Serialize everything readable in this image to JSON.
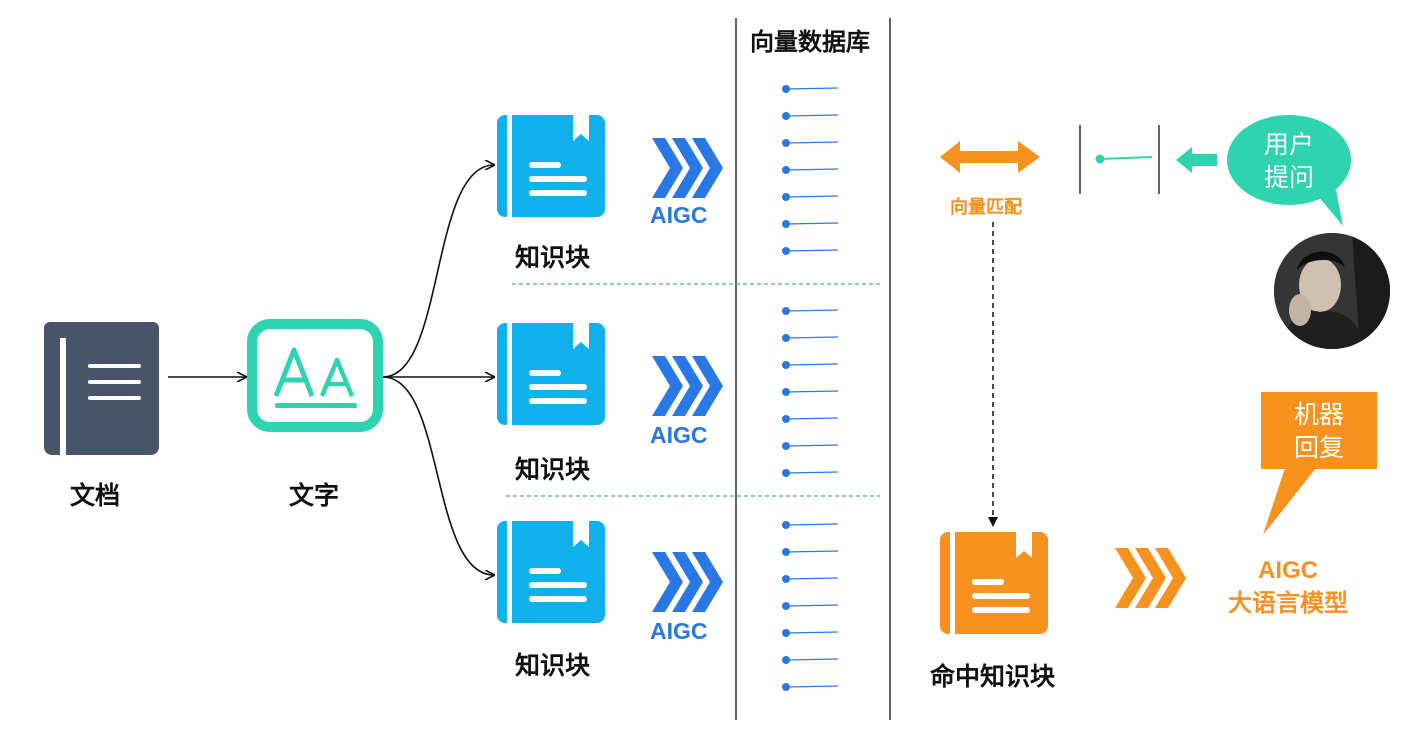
{
  "labels": {
    "doc": "文档",
    "text": "文字",
    "chunk": "知识块",
    "aigc": "AIGC",
    "vector_db": "向量数据库",
    "vector_match": "向量匹配",
    "hit_chunk": "命中知识块",
    "user_question": [
      "用户",
      "提问"
    ],
    "machine_reply": [
      "机器",
      "回复"
    ],
    "llm": [
      "AIGC",
      "大语言模型"
    ]
  },
  "colors": {
    "doc_book": "#485468",
    "text_box": "#2ed3b0",
    "chunk_book": "#0fb0ec",
    "aigc_blue": "#2a78e4",
    "orange": "#f7921e",
    "teal": "#2ed3b0",
    "vector_dot": "#2a78e4",
    "divider": "#5b9be0"
  },
  "icons": {
    "doc": "book-icon",
    "text": "text-aa-icon",
    "chunk": "bookmark-book-icon",
    "arrows": "triple-chevron-icon",
    "user": "user-avatar-photo"
  },
  "vector_groups": 3,
  "vectors_per_group": 7
}
